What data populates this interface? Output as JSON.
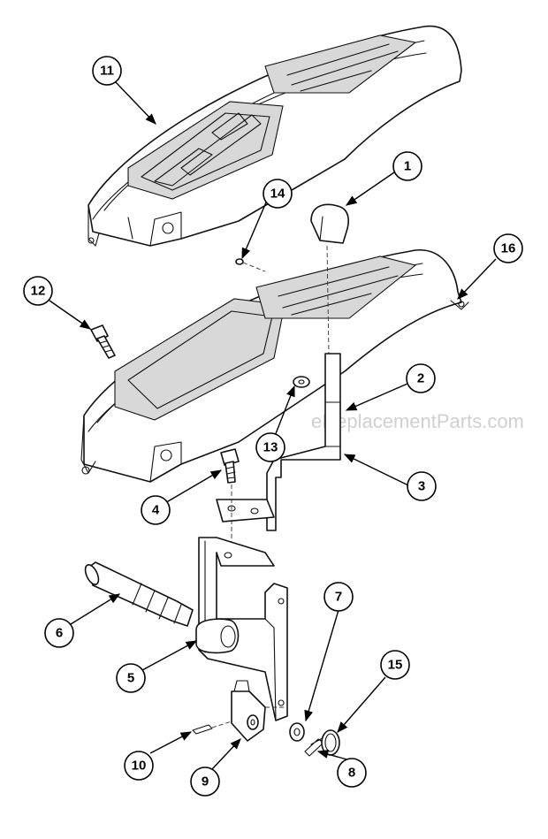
{
  "watermark": "eReplacementParts.com",
  "callouts": [
    "1",
    "2",
    "3",
    "4",
    "5",
    "6",
    "7",
    "8",
    "9",
    "10",
    "11",
    "12",
    "13",
    "14",
    "15",
    "16"
  ]
}
